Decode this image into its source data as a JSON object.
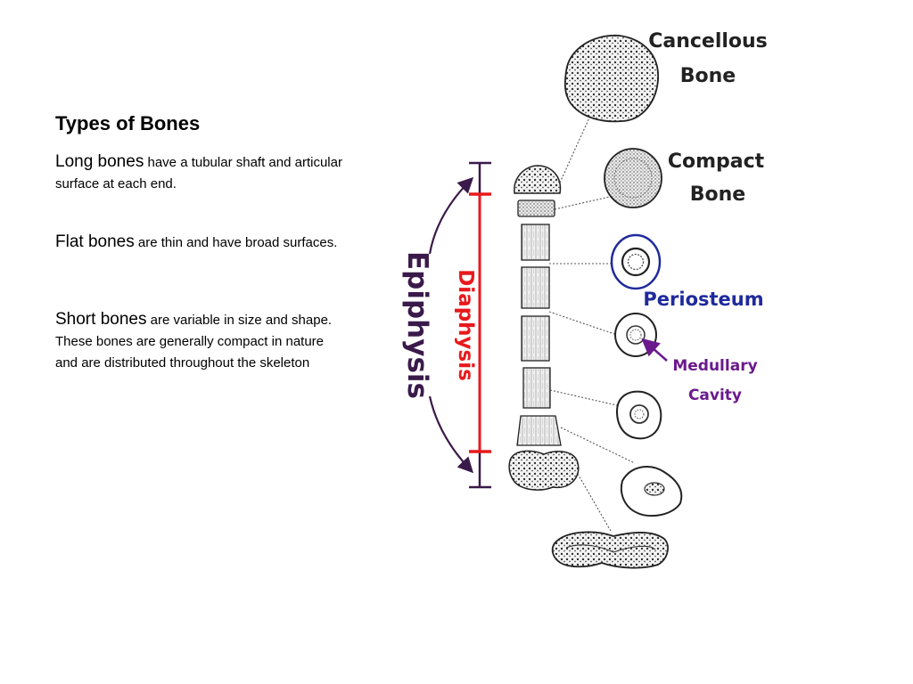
{
  "slide": {
    "title": "Types of Bones",
    "entries": [
      {
        "term": "Long bones",
        "desc": " have a tubular shaft and articular surface at each end."
      },
      {
        "term": "Flat bones",
        "desc": " are thin and have broad surfaces."
      },
      {
        "term": "Short bones",
        "desc": " are variable in size and shape. These bones are generally compact in nature and are distributed throughout the skeleton"
      }
    ]
  },
  "diagram": {
    "labels": {
      "cancellous_line1": "Cancellous",
      "cancellous_line2": "Bone",
      "compact_line1": "Compact",
      "compact_line2": "Bone",
      "periosteum": "Periosteum",
      "medullary_line1": "Medullary",
      "medullary_line2": "Cavity",
      "epiphysis": "Epiphysis",
      "diaphysis": "Diaphysis"
    },
    "colors": {
      "diaphysis": "#e8191c",
      "epiphysis_arrow": "#3a1a4a",
      "periosteum": "#1f2a9c",
      "medullary": "#6a1a8c",
      "ink": "#222222"
    }
  }
}
